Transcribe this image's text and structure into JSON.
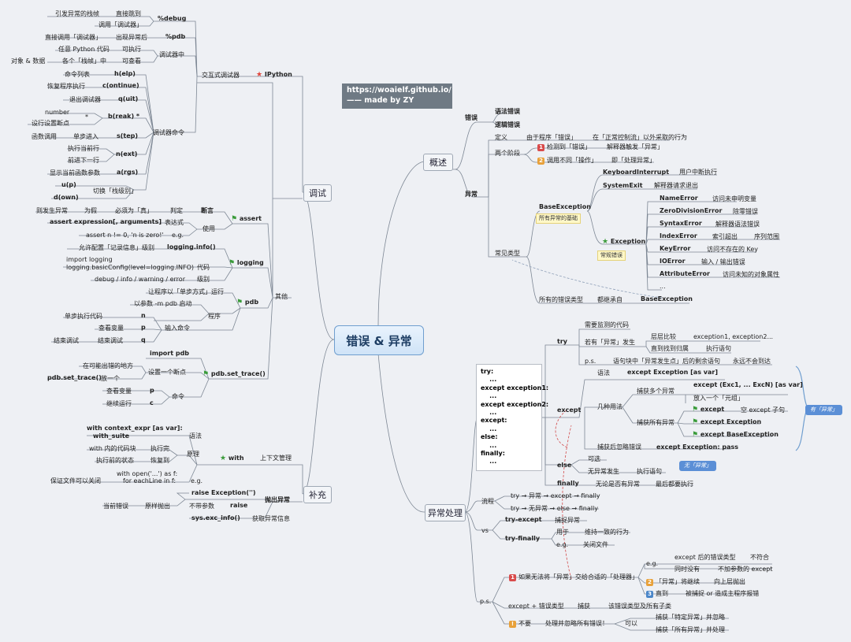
{
  "center": "错误 & 异常",
  "url": "https://woaielf.github.io/ —— made by ZY",
  "branches": {
    "overview": "概述",
    "handling": "异常处理",
    "debug": "调试",
    "supplement": "补充"
  },
  "overview": {
    "error": "错误",
    "syntax_err": "语法错误",
    "logic_err": "逻辑错误",
    "exception": "异常",
    "def_label": "定义",
    "def_1": "由于程序「错误」",
    "def_2": "在「正常控制流」以外采取的行为",
    "stages": "两个阶段",
    "stage1": "检测到「错误」",
    "stage1_r": "解释器触发「异常」",
    "stage2": "调用不同「操作」",
    "stage2_r": "即「处理异常」",
    "common": "常见类型",
    "base_exc": "BaseException",
    "base_tag": "所有异常的基础",
    "keyboard": "KeyboardInterrupt",
    "keyboard_d": "用户中断执行",
    "sysexit": "SystemExit",
    "sysexit_d": "解释器请求退出",
    "exc": "Exception",
    "exc_tag": "常规错误",
    "name_err": "NameError",
    "name_d": "访问未申明变量",
    "zero_err": "ZeroDivisionError",
    "zero_d": "除零错误",
    "syn_err": "SyntaxError",
    "syn_d": "解释器语法错误",
    "idx_err": "IndexError",
    "idx_d": "索引超出",
    "idx_d2": "序列范围",
    "key_err": "KeyError",
    "key_d": "访问不存在的 Key",
    "io_err": "IOError",
    "io_d": "输入 / 输出错误",
    "attr_err": "AttributeError",
    "attr_d": "访问未知的对象属性",
    "dots": "...",
    "all_err": "所有的错误类型",
    "all_err_m": "都继承自",
    "all_err_r": "BaseException"
  },
  "handling": {
    "code": "try:\n    ...\nexcept exception1:\n    ...\nexcept exception2:\n    ...\nexcept:\n    ...\nelse:\n    ...\nfinally:\n    ...",
    "try": "try",
    "try_1": "需要监测的代码",
    "try_2": "若有「异常」发生",
    "try_3": "层层比较",
    "try_4": "exception1, exception2...",
    "try_5": "直到找到归属",
    "try_6": "执行语句",
    "ps": "p.s.",
    "try_7": "语句块中「异常发生点」后的剩余语句",
    "try_8": "永远不会到达",
    "except": "except",
    "syntax": "语法",
    "syntax_v": "except Exception [as var]",
    "several": "几种用法",
    "multi": "捕获多个异常",
    "multi_v": "except (Exc1, ... ExcN) [as var]",
    "multi_tuple": "放入一个「元组」",
    "all_exc": "捕获所有异常",
    "ex_a": "except",
    "ex_a_d": "空 except 子句",
    "ex_b": "except Exception",
    "ex_c": "except BaseException",
    "ignore": "捕获后忽略错误",
    "ignore_v": "except Exception: pass",
    "else": "else",
    "else_1": "可选",
    "else_2": "无异常发生",
    "else_3": "执行语句",
    "finally": "finally",
    "fin_1": "无论是否有异常",
    "fin_2": "最后都要执行",
    "flow": "流程",
    "flow_1": "try → 异常 → except → finally",
    "flow_2": "try → 无异常 → else → finally",
    "vs": "vs",
    "try_except": "try-except",
    "try_except_d": "捕捉异常",
    "try_finally": "try-finally",
    "tf_use": "用于",
    "tf_use_d": "维持一致的行为",
    "tf_eg": "e.g.",
    "tf_eg_d": "关闭文件",
    "ps2": "p.s.",
    "p1": "如果无法将「异常」交给合适的「处理器」",
    "eg2": "e.g.",
    "p1a": "except 后的错误类型",
    "p1a_r": "不符合",
    "p1b": "同时没有",
    "p1b_r": "不加参数的 except",
    "p2": "「异常」将继续",
    "p2_r": "向上层抛出",
    "p3": "直到",
    "p3_r": "被捕捉 or 造成主程序报错",
    "p4": "except + 错误类型",
    "p4_m": "捕获",
    "p4_r": "该错误类型及所有子类",
    "p5": "不要",
    "p5_m": "处理并忽略所有错误！",
    "p5_can": "可以",
    "p5_r1": "捕获「特定异常」并忽略",
    "p5_r2": "捕获「所有异常」并处理",
    "badge_exc": "有「异常」",
    "badge_noexc": "无「异常」"
  },
  "debug": {
    "ipython": "IPython",
    "interactive": "交互式调试器",
    "pm1": "引发异常的栈帧",
    "pm2": "直接跳到",
    "pm3": "调用「调试器」",
    "pdebug": "%debug",
    "pdb1": "直接调用「调试器」",
    "pdb2": "出现异常后",
    "ppdb": "%pdb",
    "in1": "任意 Python 代码",
    "in2": "可执行",
    "in3": "对象 & 数据",
    "in4": "各个「栈帧」中",
    "in5": "可查看",
    "in_dbg": "调试器中",
    "cmd_h": "命令列表",
    "h": "h(elp)",
    "cmd_c": "恢复程序执行",
    "c": "c(ontinue)",
    "cmd_q": "退出调试器",
    "q": "q(uit)",
    "number": "number",
    "star": "*",
    "b": "b(reak) *",
    "cmd_b": "设行设置断点",
    "cmd_s1": "函数调用",
    "cmd_s2": "单步进入",
    "s": "s(tep)",
    "cmd_n1": "执行当前行",
    "cmd_n2": "前进下一行",
    "n": "n(ext)",
    "cmd_a": "显示当前函数参数",
    "a": "a(rgs)",
    "u": "u(p)",
    "d": "d(own)",
    "cmd_ud": "切换「栈级别」",
    "dbg_cmds": "调试器命令",
    "assert": "assert",
    "as1": "则发生异常",
    "as2": "为假",
    "as3": "必须为「真」",
    "as4": "判定",
    "as5": "断言",
    "as6": "assert expression[, arguments]",
    "as7": "表达式",
    "as8": "使用",
    "as9": "assert n != 0, 'n is zero!'",
    "as10": "e.g.",
    "logging": "logging",
    "lg1": "允许配置「记录信息」级别",
    "lg2": "logging.info()",
    "lg3": "import logging",
    "lg4": "logging.basicConfig(level=logging.INFO)",
    "lg5": "代码",
    "lg6": "debug / info / warning / error",
    "lg7": "级别",
    "pdb": "pdb",
    "pd1": "让程序以「单步方式」运行",
    "pd2": "以参数 -m pdb 启动",
    "pd3": "程序",
    "pd4": "单步执行代码",
    "pd5": "n",
    "pd6": "查看变量",
    "pd7": "p",
    "pd8": "结束调试",
    "pd9": "q",
    "pd10": "输入命令",
    "pdbtrace": "pdb.set_trace()",
    "pt1": "import pdb",
    "pt2": "在可能出错的地方",
    "pt3": "放一个",
    "pt4": "设置一个断点",
    "pt5": "pdb.set_trace()",
    "pt6": "查看变量",
    "pt7": "p",
    "pt8": "继续运行",
    "pt9": "c",
    "pt10": "命令",
    "other": "其他"
  },
  "supplement": {
    "with": "with",
    "ctx": "上下文管理",
    "w1": "with context_expr [as var]:",
    "w2": "with_suite",
    "w3": "语法",
    "w4": "with 内的代码块",
    "w5": "执行完",
    "w6": "执行前的状态",
    "w7": "恢复到",
    "w8": "原理",
    "w9": "with open('...') as f:",
    "w10": "for eachLine in f:",
    "w11": "保证文件可以关闭",
    "w12": "e.g.",
    "raise_sec": "抛出异常",
    "r1": "raise Exception('')",
    "r2": "raise",
    "r3": "不带参数",
    "r4": "当前错误",
    "r5": "原样抛出",
    "r6": "sys.exc_info()",
    "r7": "获取异常信息"
  }
}
